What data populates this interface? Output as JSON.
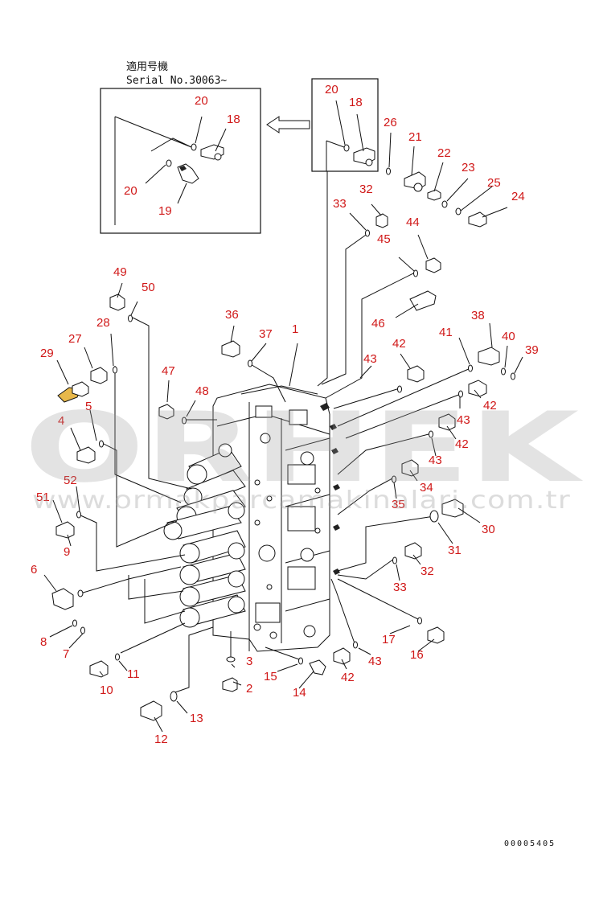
{
  "header": {
    "applicable_model": "適用号機",
    "serial": "Serial No.30063~"
  },
  "callouts": [
    "20",
    "18",
    "20",
    "19",
    "20",
    "18",
    "26",
    "21",
    "22",
    "23",
    "25",
    "24",
    "33",
    "32",
    "44",
    "45",
    "46",
    "49",
    "50",
    "36",
    "37",
    "1",
    "28",
    "27",
    "29",
    "5",
    "47",
    "48",
    "43",
    "42",
    "41",
    "38",
    "40",
    "39",
    "42",
    "43",
    "42",
    "43",
    "4",
    "34",
    "35",
    "30",
    "31",
    "51",
    "52",
    "9",
    "32",
    "33",
    "6",
    "8",
    "7",
    "17",
    "16",
    "11",
    "10",
    "3",
    "2",
    "15",
    "14",
    "42",
    "43",
    "13",
    "12"
  ],
  "document_number": "00005405",
  "watermark": {
    "brand": "ORHEK",
    "url": "www.ormakparcamakinalari.com.tr"
  },
  "colors": {
    "callout": "#d01818",
    "line": "#111111",
    "watermark": "#9a9a9a",
    "highlight_part": "#e8b84a"
  }
}
